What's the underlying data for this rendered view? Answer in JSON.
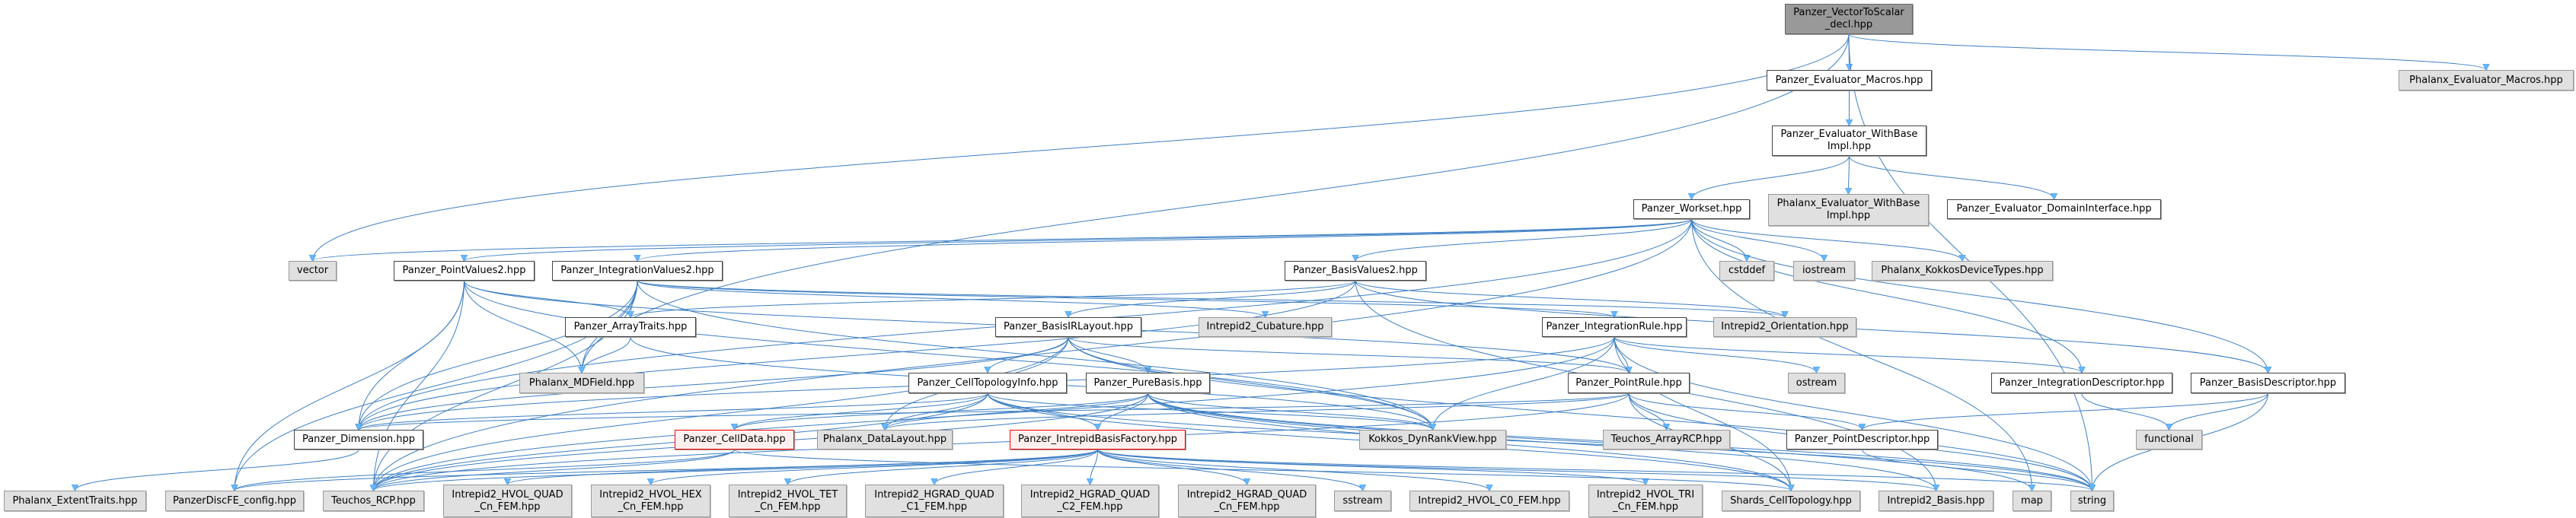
{
  "nodes": {
    "root": {
      "label": "Panzer_VectorToScalar\n_decl.hpp",
      "kind": "root"
    },
    "evalMacros": {
      "label": "Panzer_Evaluator_Macros.hpp",
      "kind": "int"
    },
    "phxEvalMacros": {
      "label": "Phalanx_Evaluator_Macros.hpp",
      "kind": "ext"
    },
    "evalWithBase": {
      "label": "Panzer_Evaluator_WithBase\nImpl.hpp",
      "kind": "int"
    },
    "workset": {
      "label": "Panzer_Workset.hpp",
      "kind": "int"
    },
    "phxEvalWithBase": {
      "label": "Phalanx_Evaluator_WithBase\nImpl.hpp",
      "kind": "ext"
    },
    "domainIface": {
      "label": "Panzer_Evaluator_DomainInterface.hpp",
      "kind": "int"
    },
    "vector": {
      "label": "vector",
      "kind": "ext"
    },
    "pointValues2": {
      "label": "Panzer_PointValues2.hpp",
      "kind": "int"
    },
    "integrationValues2": {
      "label": "Panzer_IntegrationValues2.hpp",
      "kind": "int"
    },
    "basisValues2": {
      "label": "Panzer_BasisValues2.hpp",
      "kind": "int"
    },
    "cstddef": {
      "label": "cstddef",
      "kind": "ext"
    },
    "iostream": {
      "label": "iostream",
      "kind": "ext"
    },
    "kokkosDevTypes": {
      "label": "Phalanx_KokkosDeviceTypes.hpp",
      "kind": "ext"
    },
    "arrayTraits": {
      "label": "Panzer_ArrayTraits.hpp",
      "kind": "int"
    },
    "basisIRLayout": {
      "label": "Panzer_BasisIRLayout.hpp",
      "kind": "int"
    },
    "cubature": {
      "label": "Intrepid2_Cubature.hpp",
      "kind": "ext"
    },
    "integrationRule": {
      "label": "Panzer_IntegrationRule.hpp",
      "kind": "int"
    },
    "orientation": {
      "label": "Intrepid2_Orientation.hpp",
      "kind": "ext"
    },
    "mdField": {
      "label": "Phalanx_MDField.hpp",
      "kind": "ext"
    },
    "cellTopoInfo": {
      "label": "Panzer_CellTopologyInfo.hpp",
      "kind": "int"
    },
    "pureBasis": {
      "label": "Panzer_PureBasis.hpp",
      "kind": "int"
    },
    "pointRule": {
      "label": "Panzer_PointRule.hpp",
      "kind": "int"
    },
    "ostream": {
      "label": "ostream",
      "kind": "ext"
    },
    "integrationDesc": {
      "label": "Panzer_IntegrationDescriptor.hpp",
      "kind": "int"
    },
    "basisDesc": {
      "label": "Panzer_BasisDescriptor.hpp",
      "kind": "int"
    },
    "dimension": {
      "label": "Panzer_Dimension.hpp",
      "kind": "int"
    },
    "cellData": {
      "label": "Panzer_CellData.hpp",
      "kind": "red"
    },
    "dataLayout": {
      "label": "Phalanx_DataLayout.hpp",
      "kind": "ext"
    },
    "basisFactory": {
      "label": "Panzer_IntrepidBasisFactory.hpp",
      "kind": "red"
    },
    "dynRankView": {
      "label": "Kokkos_DynRankView.hpp",
      "kind": "ext"
    },
    "arrayRCP": {
      "label": "Teuchos_ArrayRCP.hpp",
      "kind": "ext"
    },
    "pointDesc": {
      "label": "Panzer_PointDescriptor.hpp",
      "kind": "int"
    },
    "functional": {
      "label": "functional",
      "kind": "ext"
    },
    "extentTraits": {
      "label": "Phalanx_ExtentTraits.hpp",
      "kind": "ext"
    },
    "discfeConfig": {
      "label": "PanzerDiscFE_config.hpp",
      "kind": "ext"
    },
    "rcp": {
      "label": "Teuchos_RCP.hpp",
      "kind": "ext"
    },
    "hvolQuad": {
      "label": "Intrepid2_HVOL_QUAD\n_Cn_FEM.hpp",
      "kind": "ext"
    },
    "hvolHex": {
      "label": "Intrepid2_HVOL_HEX\n_Cn_FEM.hpp",
      "kind": "ext"
    },
    "hvolTet": {
      "label": "Intrepid2_HVOL_TET\n_Cn_FEM.hpp",
      "kind": "ext"
    },
    "hgradQuadC1": {
      "label": "Intrepid2_HGRAD_QUAD\n_C1_FEM.hpp",
      "kind": "ext"
    },
    "hgradQuadC2": {
      "label": "Intrepid2_HGRAD_QUAD\n_C2_FEM.hpp",
      "kind": "ext"
    },
    "hgradQuadCn": {
      "label": "Intrepid2_HGRAD_QUAD\n_Cn_FEM.hpp",
      "kind": "ext"
    },
    "sstream": {
      "label": "sstream",
      "kind": "ext"
    },
    "hvolC0": {
      "label": "Intrepid2_HVOL_C0_FEM.hpp",
      "kind": "ext"
    },
    "hvolTri": {
      "label": "Intrepid2_HVOL_TRI\n_Cn_FEM.hpp",
      "kind": "ext"
    },
    "shards": {
      "label": "Shards_CellTopology.hpp",
      "kind": "ext"
    },
    "intrepidBasis": {
      "label": "Intrepid2_Basis.hpp",
      "kind": "ext"
    },
    "map": {
      "label": "map",
      "kind": "ext"
    },
    "string": {
      "label": "string",
      "kind": "ext"
    }
  },
  "edges": [
    [
      "root",
      "evalMacros"
    ],
    [
      "root",
      "phxEvalMacros"
    ],
    [
      "root",
      "string"
    ],
    [
      "root",
      "vector"
    ],
    [
      "root",
      "mdField"
    ],
    [
      "evalMacros",
      "evalWithBase"
    ],
    [
      "evalWithBase",
      "workset"
    ],
    [
      "evalWithBase",
      "phxEvalWithBase"
    ],
    [
      "evalWithBase",
      "domainIface"
    ],
    [
      "workset",
      "vector"
    ],
    [
      "workset",
      "pointValues2"
    ],
    [
      "workset",
      "integrationValues2"
    ],
    [
      "workset",
      "basisValues2"
    ],
    [
      "workset",
      "dimension"
    ],
    [
      "workset",
      "cstddef"
    ],
    [
      "workset",
      "iostream"
    ],
    [
      "workset",
      "kokkosDevTypes"
    ],
    [
      "workset",
      "integrationDesc"
    ],
    [
      "workset",
      "basisDesc"
    ],
    [
      "workset",
      "map"
    ],
    [
      "workset",
      "rcp"
    ],
    [
      "pointValues2",
      "dimension"
    ],
    [
      "pointValues2",
      "arrayTraits"
    ],
    [
      "pointValues2",
      "mdField"
    ],
    [
      "pointValues2",
      "discfeConfig"
    ],
    [
      "pointValues2",
      "rcp"
    ],
    [
      "pointValues2",
      "pointRule"
    ],
    [
      "pointValues2",
      "dynRankView"
    ],
    [
      "integrationValues2",
      "arrayTraits"
    ],
    [
      "integrationValues2",
      "mdField"
    ],
    [
      "integrationValues2",
      "dimension"
    ],
    [
      "integrationValues2",
      "integrationRule"
    ],
    [
      "integrationValues2",
      "cubature"
    ],
    [
      "integrationValues2",
      "rcp"
    ],
    [
      "integrationValues2",
      "dynRankView"
    ],
    [
      "integrationValues2",
      "discfeConfig"
    ],
    [
      "integrationValues2",
      "orientation"
    ],
    [
      "arrayTraits",
      "mdField"
    ],
    [
      "arrayTraits",
      "dynRankView"
    ],
    [
      "basisValues2",
      "basisIRLayout"
    ],
    [
      "basisValues2",
      "arrayTraits"
    ],
    [
      "basisValues2",
      "orientation"
    ],
    [
      "basisValues2",
      "intrepidBasis"
    ],
    [
      "basisValues2",
      "dimension"
    ],
    [
      "basisValues2",
      "basisDesc"
    ],
    [
      "basisIRLayout",
      "cellTopoInfo"
    ],
    [
      "basisIRLayout",
      "pureBasis"
    ],
    [
      "basisIRLayout",
      "pointRule"
    ],
    [
      "basisIRLayout",
      "dataLayout"
    ],
    [
      "basisIRLayout",
      "rcp"
    ],
    [
      "basisIRLayout",
      "string"
    ],
    [
      "basisIRLayout",
      "dimension"
    ],
    [
      "basisIRLayout",
      "dynRankView"
    ],
    [
      "integrationRule",
      "pointRule"
    ],
    [
      "integrationRule",
      "integrationDesc"
    ],
    [
      "integrationRule",
      "dynRankView"
    ],
    [
      "integrationRule",
      "ostream"
    ],
    [
      "integrationRule",
      "string"
    ],
    [
      "integrationRule",
      "shards"
    ],
    [
      "integrationRule",
      "rcp"
    ],
    [
      "integrationRule",
      "dimension"
    ],
    [
      "cellTopoInfo",
      "dataLayout"
    ],
    [
      "cellTopoInfo",
      "basisFactory"
    ],
    [
      "cellTopoInfo",
      "dimension"
    ],
    [
      "cellTopoInfo",
      "rcp"
    ],
    [
      "cellTopoInfo",
      "dynRankView"
    ],
    [
      "cellTopoInfo",
      "shards"
    ],
    [
      "cellTopoInfo",
      "string"
    ],
    [
      "cellTopoInfo",
      "cellData"
    ],
    [
      "pureBasis",
      "basisFactory"
    ],
    [
      "pureBasis",
      "dataLayout"
    ],
    [
      "pureBasis",
      "dynRankView"
    ],
    [
      "pureBasis",
      "cellData"
    ],
    [
      "pureBasis",
      "rcp"
    ],
    [
      "pureBasis",
      "intrepidBasis"
    ],
    [
      "pureBasis",
      "string"
    ],
    [
      "pureBasis",
      "map"
    ],
    [
      "pureBasis",
      "shards"
    ],
    [
      "pointRule",
      "dataLayout"
    ],
    [
      "pointRule",
      "pointDesc"
    ],
    [
      "pointRule",
      "arrayRCP"
    ],
    [
      "pointRule",
      "shards"
    ],
    [
      "pointRule",
      "string"
    ],
    [
      "pointRule",
      "rcp"
    ],
    [
      "pointRule",
      "dimension"
    ],
    [
      "basisFactory",
      "hvolQuad"
    ],
    [
      "basisFactory",
      "hvolHex"
    ],
    [
      "basisFactory",
      "hvolTet"
    ],
    [
      "basisFactory",
      "hgradQuadC1"
    ],
    [
      "basisFactory",
      "hgradQuadC2"
    ],
    [
      "basisFactory",
      "hgradQuadCn"
    ],
    [
      "basisFactory",
      "sstream"
    ],
    [
      "basisFactory",
      "hvolC0"
    ],
    [
      "basisFactory",
      "hvolTri"
    ],
    [
      "basisFactory",
      "rcp"
    ],
    [
      "basisFactory",
      "intrepidBasis"
    ],
    [
      "basisFactory",
      "string"
    ],
    [
      "basisFactory",
      "discfeConfig"
    ],
    [
      "cellData",
      "rcp"
    ],
    [
      "cellData",
      "shards"
    ],
    [
      "cellData",
      "discfeConfig"
    ],
    [
      "dimension",
      "extentTraits"
    ],
    [
      "basisDesc",
      "functional"
    ],
    [
      "basisDesc",
      "string"
    ],
    [
      "basisDesc",
      "pointDesc"
    ],
    [
      "integrationDesc",
      "functional"
    ],
    [
      "pointDesc",
      "string"
    ]
  ],
  "colors": {
    "edge": "#3d7fc4",
    "arrow": "#63b8ff",
    "root_fill": "#999999",
    "external_fill": "#e0e0e0",
    "highlight_border": "#ff0000"
  }
}
